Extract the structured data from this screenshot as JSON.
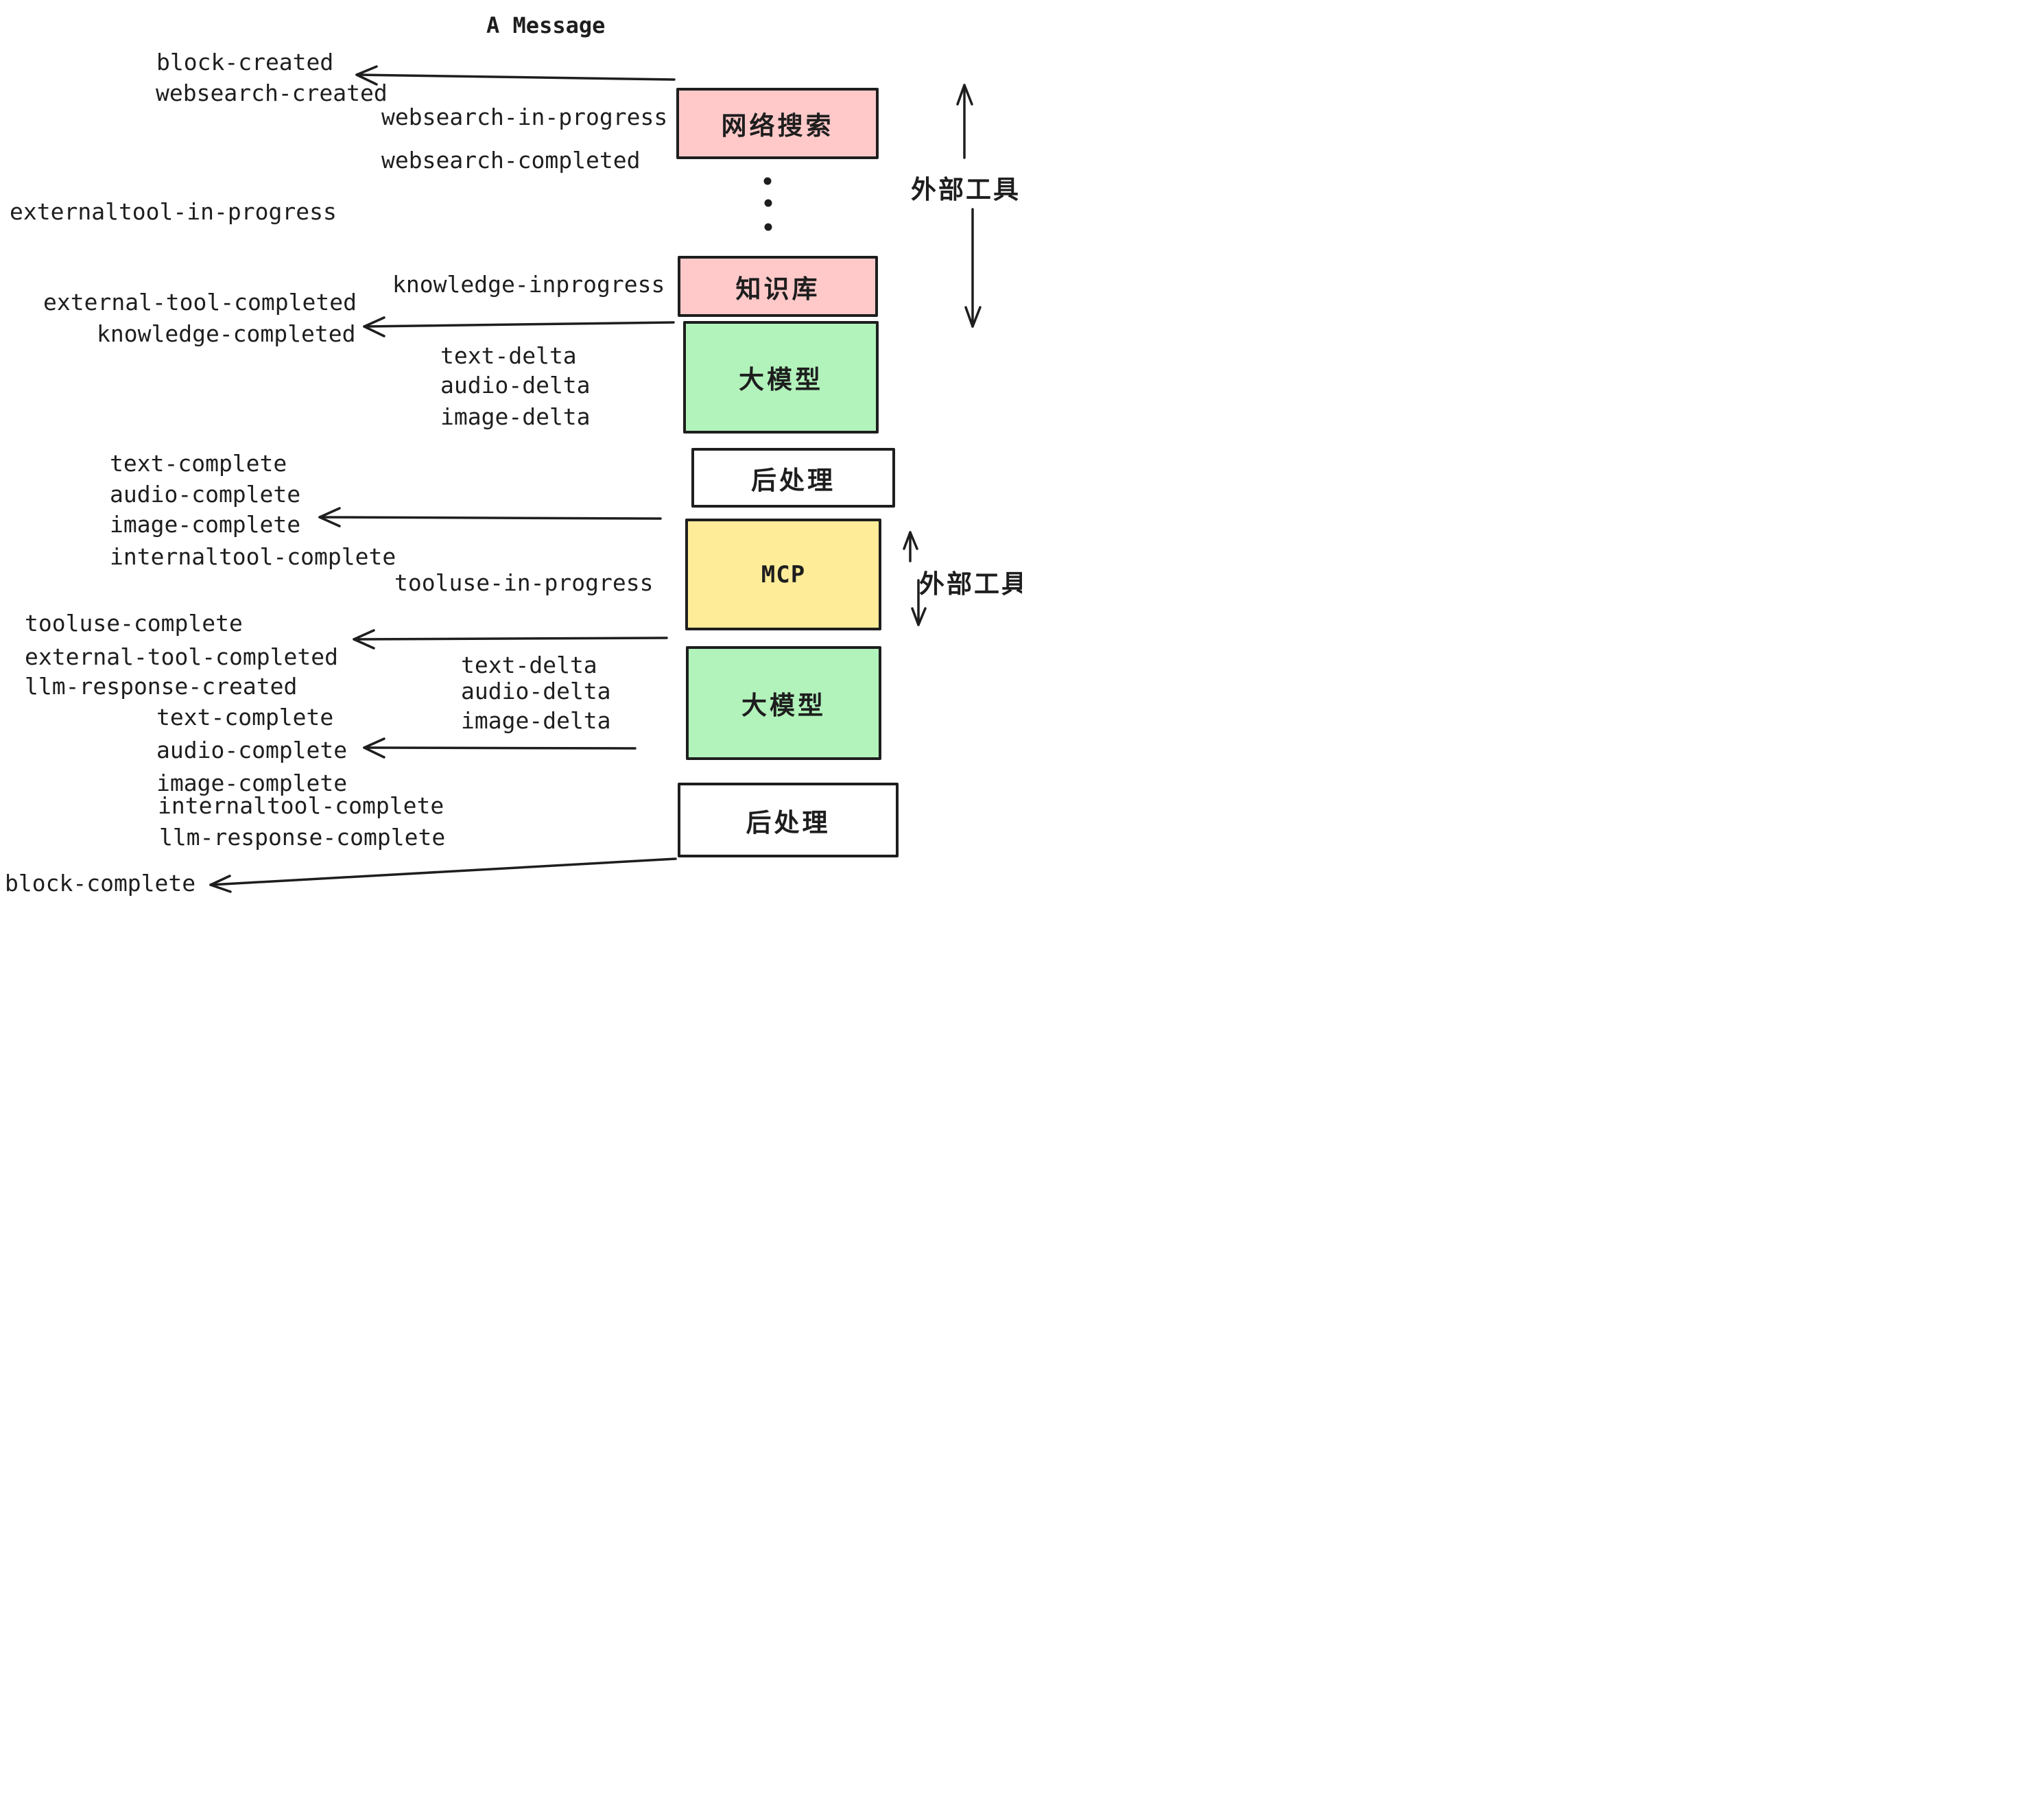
{
  "title": "A Message",
  "palette": {
    "pink": "#ffc9c9",
    "green": "#b2f2bb",
    "yellow": "#ffec99",
    "white": "#ffffff",
    "ink": "#1e1e1e"
  },
  "boxes": {
    "websearch": {
      "label": "网络搜索",
      "color": "#ffc9c9"
    },
    "knowledge": {
      "label": "知识库",
      "color": "#ffc9c9"
    },
    "llm1": {
      "label": "大模型",
      "color": "#b2f2bb"
    },
    "post1": {
      "label": "后处理",
      "color": "#ffffff"
    },
    "mcp": {
      "label": "MCP",
      "color": "#ffec99"
    },
    "llm2": {
      "label": "大模型",
      "color": "#b2f2bb"
    },
    "post2": {
      "label": "后处理",
      "color": "#ffffff"
    }
  },
  "side_labels": {
    "external_tools_top": "外部工具",
    "external_tools_mcp": "外部工具"
  },
  "events": {
    "block_created": "block-created",
    "websearch_created": "websearch-created",
    "websearch_in_progress": "websearch-in-progress",
    "websearch_completed": "websearch-completed",
    "externaltool_in_progress": "externaltool-in-progress",
    "knowledge_inprogress": "knowledge-inprogress",
    "external_tool_completed_1": "external-tool-completed",
    "knowledge_completed": "knowledge-completed",
    "text_delta_1": "text-delta",
    "audio_delta_1": "audio-delta",
    "image_delta_1": "image-delta",
    "text_complete_1": "text-complete",
    "audio_complete_1": "audio-complete",
    "image_complete_1": "image-complete",
    "internaltool_complete_1": "internaltool-complete",
    "tooluse_in_progress": "tooluse-in-progress",
    "tooluse_complete": "tooluse-complete",
    "external_tool_completed_2": "external-tool-completed",
    "llm_response_created": "llm-response-created",
    "text_delta_2": "text-delta",
    "audio_delta_2": "audio-delta",
    "image_delta_2": "image-delta",
    "text_complete_2": "text-complete",
    "audio_complete_2": "audio-complete",
    "image_complete_2": "image-complete",
    "internaltool_complete_2": "internaltool-complete",
    "llm_response_complete": "llm-response-complete",
    "block_complete": "block-complete"
  }
}
